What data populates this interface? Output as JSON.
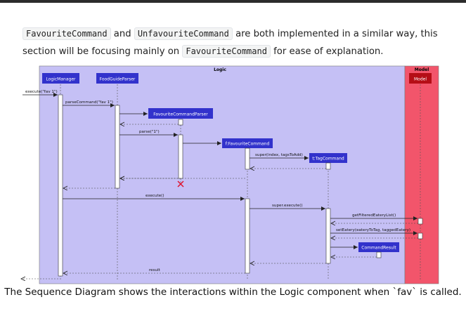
{
  "intro": {
    "code_favourite": "FavouriteCommand",
    "and": "and",
    "code_unfavourite": "UnfavouriteCommand",
    "text_middle": "are both implemented in a similar way, this section will be focusing mainly on",
    "code_favourite_2": "FavouriteCommand",
    "text_end": "for ease of explanation."
  },
  "diagram": {
    "frames": {
      "logic": "Logic",
      "model": "Model"
    },
    "colors": {
      "logic_bg": "#c5c0f5",
      "model_bg": "#f2556b",
      "participant": "#3232cc",
      "model_participant": "#b50e16"
    },
    "participants": {
      "logic_manager": "LogicManager",
      "parser": "FoodGuideParser",
      "fav_parser": "FavouriteCommandParser",
      "fav_command": "f:FavouriteCommand",
      "tag_command": "t:TagCommand",
      "model": "Model",
      "command_result": "CommandResult"
    },
    "messages": {
      "execute_fav": "execute(\"fav 1\")",
      "parse_command": "parseCommand(\"fav 1\")",
      "parse": "parse(\"1\")",
      "super_index": "super(index, tagsToAdd)",
      "execute": "execute()",
      "super_execute": "super.execute()",
      "get_filtered": "getFilteredEateryList()",
      "set_eatery": "setEatery(eateryToTag, taggedEatery)",
      "result": "result"
    }
  },
  "caption": "The Sequence Diagram shows the interactions within the Logic component when `fav` is called."
}
